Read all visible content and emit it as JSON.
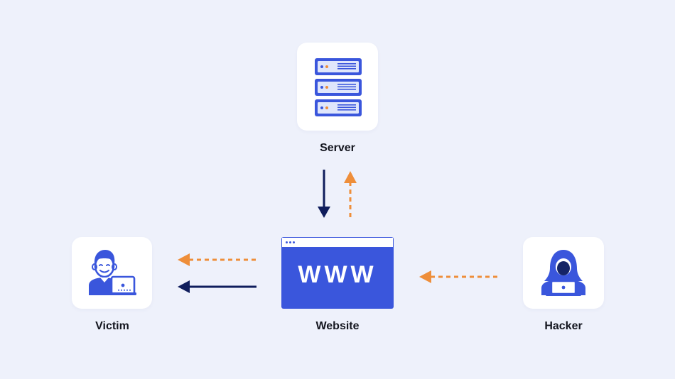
{
  "nodes": {
    "server": {
      "label": "Server"
    },
    "website": {
      "label": "Website",
      "text": "WWW"
    },
    "victim": {
      "label": "Victim"
    },
    "hacker": {
      "label": "Hacker"
    }
  },
  "colors": {
    "background": "#eef1fb",
    "brand_blue": "#3a56dc",
    "navy_arrow": "#0f1d5c",
    "orange_arrow": "#ee8e3a"
  },
  "icons": [
    "server-rack-icon",
    "website-browser-icon",
    "user-laptop-icon",
    "hooded-hacker-icon"
  ],
  "edges": [
    {
      "from": "server",
      "to": "website",
      "style": "solid-navy"
    },
    {
      "from": "website",
      "to": "server",
      "style": "dashed-orange"
    },
    {
      "from": "hacker",
      "to": "website",
      "style": "dashed-orange"
    },
    {
      "from": "website",
      "to": "victim",
      "style": "dashed-orange"
    },
    {
      "from": "website",
      "to": "victim",
      "style": "solid-navy"
    }
  ]
}
